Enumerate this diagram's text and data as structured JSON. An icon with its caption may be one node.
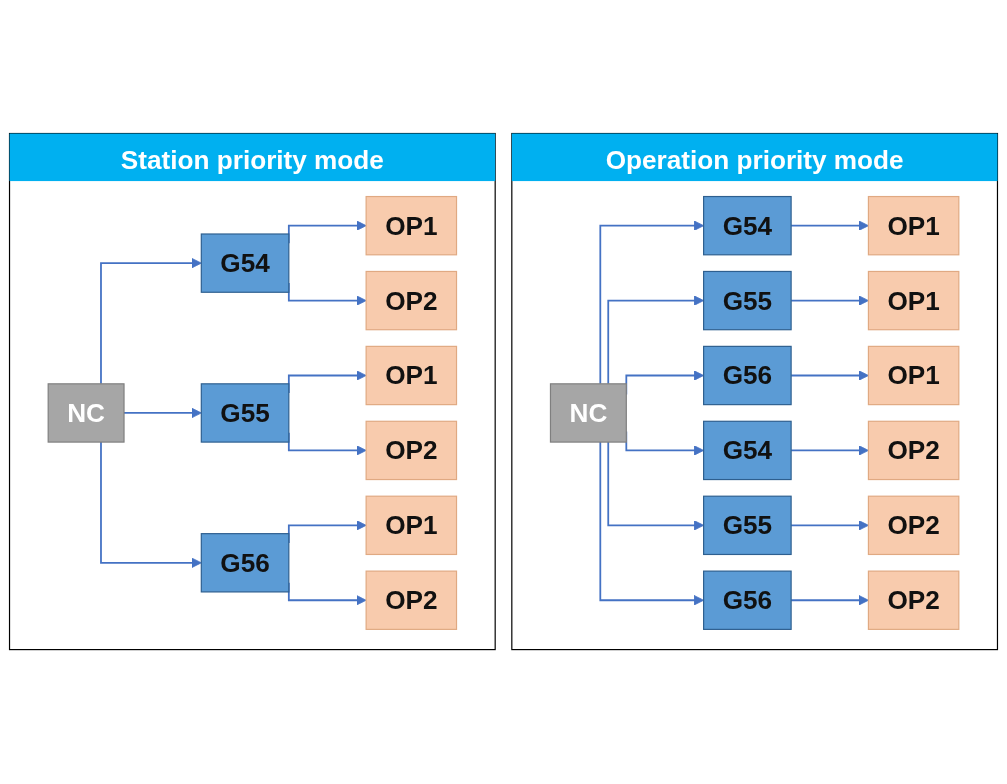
{
  "diagram": {
    "nodes": [
      {
        "text": [
          "Station priority mode"
        ]
      },
      {
        "text": [
          "NC"
        ],
        "in": 0
      },
      {
        "text": [
          "G54"
        ],
        "in": 0
      },
      {
        "text": [
          "OP1"
        ],
        "in": 0
      },
      {
        "text": [
          "OP2"
        ],
        "in": 0
      },
      {
        "text": [
          "G55"
        ],
        "in": 0
      },
      {
        "text": [
          "OP1"
        ],
        "in": 0
      },
      {
        "text": [
          "OP2"
        ],
        "in": 0
      },
      {
        "text": [
          "G56"
        ],
        "in": 0
      },
      {
        "text": [
          "OP1"
        ],
        "in": 0
      },
      {
        "text": [
          "OP2"
        ],
        "in": 0
      },
      {
        "text": [
          "Operation priority mode"
        ]
      },
      {
        "text": [
          "NC"
        ],
        "in": 11
      },
      {
        "text": [
          "G54"
        ],
        "in": 11
      },
      {
        "text": [
          "OP1"
        ],
        "in": 11
      },
      {
        "text": [
          "G55"
        ],
        "in": 11
      },
      {
        "text": [
          "OP1"
        ],
        "in": 11
      },
      {
        "text": [
          "G56"
        ],
        "in": 11
      },
      {
        "text": [
          "OP1"
        ],
        "in": 11
      },
      {
        "text": [
          "G54"
        ],
        "in": 11
      },
      {
        "text": [
          "OP2"
        ],
        "in": 11
      },
      {
        "text": [
          "G55"
        ],
        "in": 11
      },
      {
        "text": [
          "OP2"
        ],
        "in": 11
      },
      {
        "text": [
          "G56"
        ],
        "in": 11
      },
      {
        "text": [
          "OP2"
        ],
        "in": 11
      }
    ],
    "edges": [
      {
        "from": 1,
        "to": 2,
        "arrow": "to"
      },
      {
        "from": 2,
        "to": 3,
        "arrow": "to"
      },
      {
        "from": 2,
        "to": 4,
        "arrow": "to"
      },
      {
        "from": 1,
        "to": 5,
        "arrow": "to"
      },
      {
        "from": 5,
        "to": 6,
        "arrow": "to"
      },
      {
        "from": 5,
        "to": 7,
        "arrow": "to"
      },
      {
        "from": 1,
        "to": 8,
        "arrow": "to"
      },
      {
        "from": 8,
        "to": 9,
        "arrow": "to"
      },
      {
        "from": 8,
        "to": 10,
        "arrow": "to"
      },
      {
        "from": 12,
        "to": 13,
        "arrow": "to"
      },
      {
        "from": 13,
        "to": 14,
        "arrow": "to"
      },
      {
        "from": 12,
        "to": 15,
        "arrow": "to"
      },
      {
        "from": 15,
        "to": 16,
        "arrow": "to"
      },
      {
        "from": 12,
        "to": 17,
        "arrow": "to"
      },
      {
        "from": 17,
        "to": 18,
        "arrow": "to"
      },
      {
        "from": 12,
        "to": 19,
        "arrow": "to"
      },
      {
        "from": 19,
        "to": 20,
        "arrow": "to"
      },
      {
        "from": 12,
        "to": 21,
        "arrow": "to"
      },
      {
        "from": 21,
        "to": 22,
        "arrow": "to"
      },
      {
        "from": 12,
        "to": 23,
        "arrow": "to"
      },
      {
        "from": 23,
        "to": 24,
        "arrow": "to"
      }
    ]
  }
}
